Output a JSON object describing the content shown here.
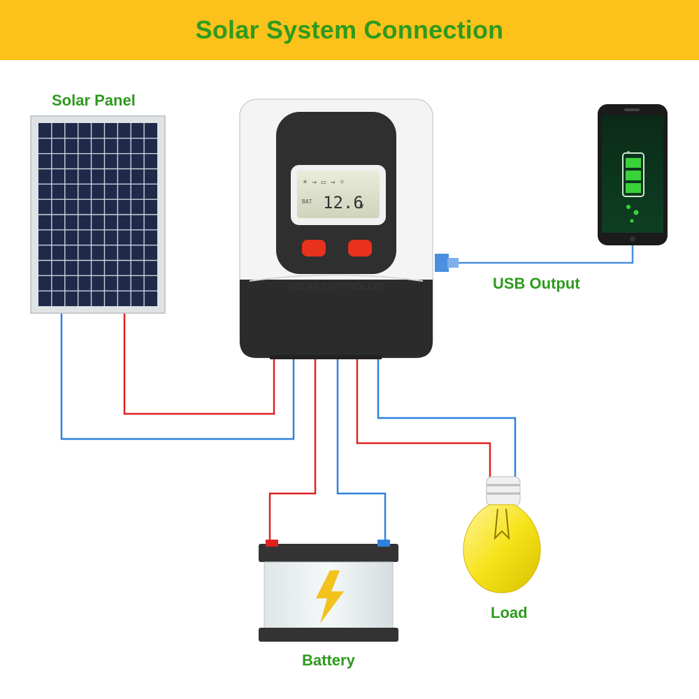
{
  "title": "Solar System Connection",
  "labels": {
    "solar_panel": "Solar Panel",
    "usb_output": "USB Output",
    "battery": "Battery",
    "load": "Load"
  },
  "controller": {
    "brand_label": "SOLAR CONTROLLER",
    "lcd_voltage": "12.6",
    "lcd_unit": "v",
    "lcd_bat": "BAT"
  },
  "colors": {
    "banner": "#fcc21b",
    "label_green": "#2e9a1e",
    "wire_positive": "#e02020",
    "wire_negative": "#2f80e0",
    "usb_cable": "#4a8fe0",
    "controller_dark": "#2b2b2b",
    "button_red": "#e8321e",
    "bulb_yellow": "#f6e31a",
    "phone_battery_green": "#3ad23a"
  },
  "icons": [
    "solar-panel-icon",
    "charge-controller-icon",
    "smartphone-icon",
    "battery-icon",
    "light-bulb-icon",
    "lightning-bolt-icon"
  ]
}
